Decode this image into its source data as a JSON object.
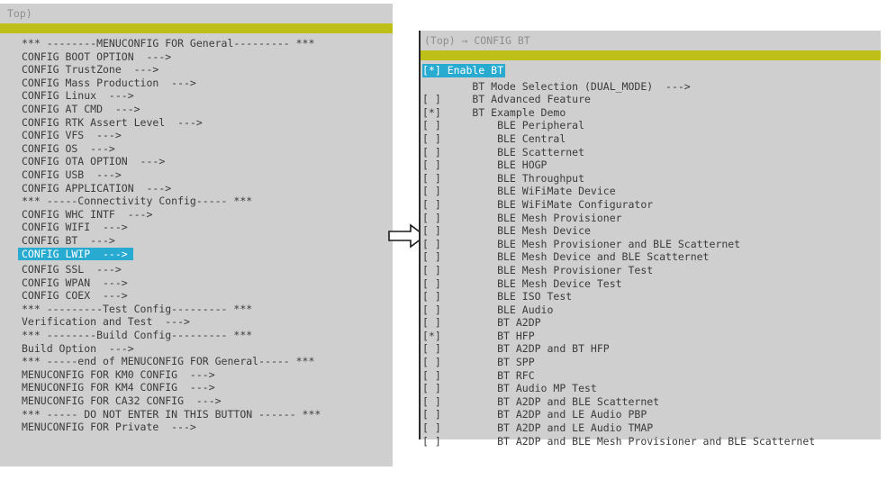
{
  "theme": {
    "panel_bg": "#cfcfcf",
    "accent_bar": "#bfbf19",
    "selection": "#29abd1",
    "selection_text": "#ffffff",
    "text": "#3b3b3b",
    "breadcrumb_text": "#8e8e8e",
    "page_bg": "#ffffff"
  },
  "left_panel": {
    "name": "menuconfig-top-menu",
    "breadcrumb": "Top)",
    "selected_index": 16,
    "rows": [
      "*** --------MENUCONFIG FOR General--------- ***",
      "CONFIG BOOT OPTION  --->",
      "CONFIG TrustZone  --->",
      "CONFIG Mass Production  --->",
      "CONFIG Linux  --->",
      "CONFIG AT CMD  --->",
      "CONFIG RTK Assert Level  --->",
      "CONFIG VFS  --->",
      "CONFIG OS  --->",
      "CONFIG OTA OPTION  --->",
      "CONFIG USB  --->",
      "CONFIG APPLICATION  --->",
      "*** -----Connectivity Config----- ***",
      "CONFIG WHC INTF  --->",
      "CONFIG WIFI  --->",
      "CONFIG BT  --->",
      "CONFIG LWIP  --->",
      "CONFIG SSL  --->",
      "CONFIG WPAN  --->",
      "CONFIG COEX  --->",
      "*** ---------Test Config--------- ***",
      "Verification and Test  --->",
      "*** --------Build Config--------- ***",
      "Build Option  --->",
      "*** -----end of MENUCONFIG FOR General----- ***",
      "MENUCONFIG FOR KM0 CONFIG  --->",
      "MENUCONFIG FOR KM4 CONFIG  --->",
      "MENUCONFIG FOR CA32 CONFIG  --->",
      "*** ----- DO NOT ENTER IN THIS BUTTON ------ ***",
      "MENUCONFIG FOR Private  --->"
    ]
  },
  "right_panel": {
    "name": "config-bt-submenu",
    "breadcrumb": "(Top) → CONFIG BT",
    "selected_index": 0,
    "rows": [
      "[*] Enable BT",
      "        BT Mode Selection (DUAL_MODE)  --->",
      "[ ]     BT Advanced Feature",
      "[*]     BT Example Demo",
      "[ ]         BLE Peripheral",
      "[ ]         BLE Central",
      "[ ]         BLE Scatternet",
      "[ ]         BLE HOGP",
      "[ ]         BLE Throughput",
      "[ ]         BLE WiFiMate Device",
      "[ ]         BLE WiFiMate Configurator",
      "[ ]         BLE Mesh Provisioner",
      "[ ]         BLE Mesh Device",
      "[ ]         BLE Mesh Provisioner and BLE Scatternet",
      "[ ]         BLE Mesh Device and BLE Scatternet",
      "[ ]         BLE Mesh Provisioner Test",
      "[ ]         BLE Mesh Device Test",
      "[ ]         BLE ISO Test",
      "[ ]         BLE Audio",
      "[ ]         BT A2DP",
      "[*]         BT HFP",
      "[ ]         BT A2DP and BT HFP",
      "[ ]         BT SPP",
      "[ ]         BT RFC",
      "[ ]         BT Audio MP Test",
      "[ ]         BT A2DP and BLE Scatternet",
      "[ ]         BT A2DP and LE Audio PBP",
      "[ ]         BT A2DP and LE Audio TMAP",
      "[ ]         BT A2DP and BLE Mesh Provisioner and BLE Scatternet"
    ]
  },
  "connector": {
    "name": "flow-arrow",
    "direction": "right"
  }
}
